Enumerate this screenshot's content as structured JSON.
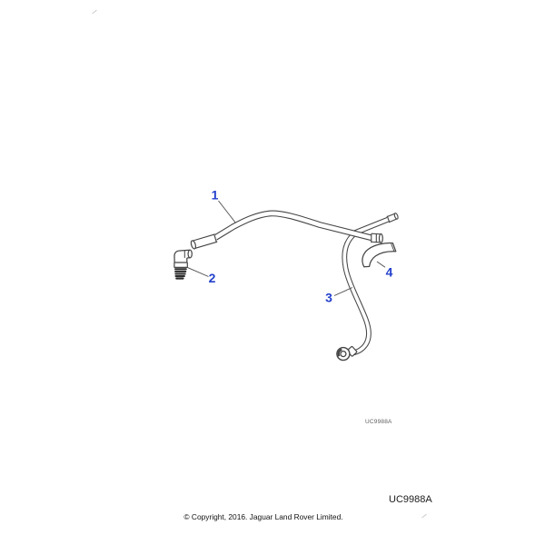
{
  "page": {
    "background": "#ffffff",
    "type": "parts-diagram"
  },
  "diagram": {
    "callouts": [
      {
        "label": "1"
      },
      {
        "label": "2"
      },
      {
        "label": "3"
      },
      {
        "label": "4"
      }
    ],
    "drawing_code_small": "UC9988A"
  },
  "footer": {
    "drawing_code": "UC9988A",
    "copyright": "© Copyright, 2016. Jaguar Land Rover Limited."
  },
  "colors": {
    "callout_blue": "#2441cc",
    "line_art": "#454545",
    "thread_dark": "#2a2a2a",
    "registration_tick": "#cccccc",
    "small_code_gray": "#5f5f5f",
    "footer_text": "#1b1b1b"
  }
}
